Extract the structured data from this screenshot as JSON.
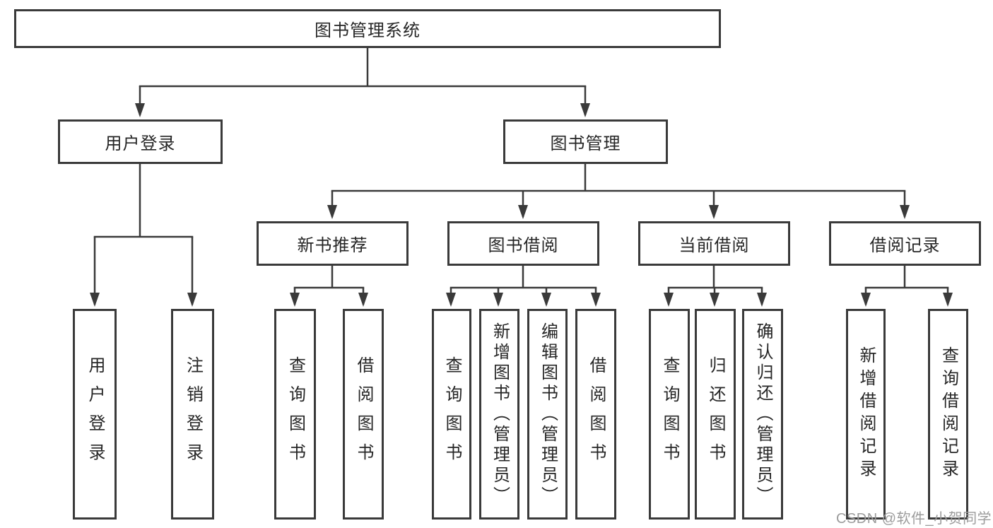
{
  "tree": {
    "root": {
      "label": "图书管理系统",
      "children": [
        {
          "label": "用户登录",
          "children": [
            {
              "label": "用户登录"
            },
            {
              "label": "注销登录"
            }
          ]
        },
        {
          "label": "图书管理",
          "children": [
            {
              "label": "新书推荐",
              "children": [
                {
                  "label": "查询图书"
                },
                {
                  "label": "借阅图书"
                }
              ]
            },
            {
              "label": "图书借阅",
              "children": [
                {
                  "label": "查询图书"
                },
                {
                  "label": "新增图书（管理员）"
                },
                {
                  "label": "编辑图书（管理员）"
                },
                {
                  "label": "借阅图书"
                }
              ]
            },
            {
              "label": "当前借阅",
              "children": [
                {
                  "label": "查询图书"
                },
                {
                  "label": "归还图书"
                },
                {
                  "label": "确认归还（管理员）"
                }
              ]
            },
            {
              "label": "借阅记录",
              "children": [
                {
                  "label": "新增借阅记录"
                },
                {
                  "label": "查询借阅记录"
                }
              ]
            }
          ]
        }
      ]
    }
  },
  "watermark": {
    "text": "CSDN @软件_小贺同学"
  },
  "colors": {
    "line": "#3a3a3a",
    "text": "#262626",
    "background": "#ffffff",
    "watermark": "#9c9c9c"
  }
}
